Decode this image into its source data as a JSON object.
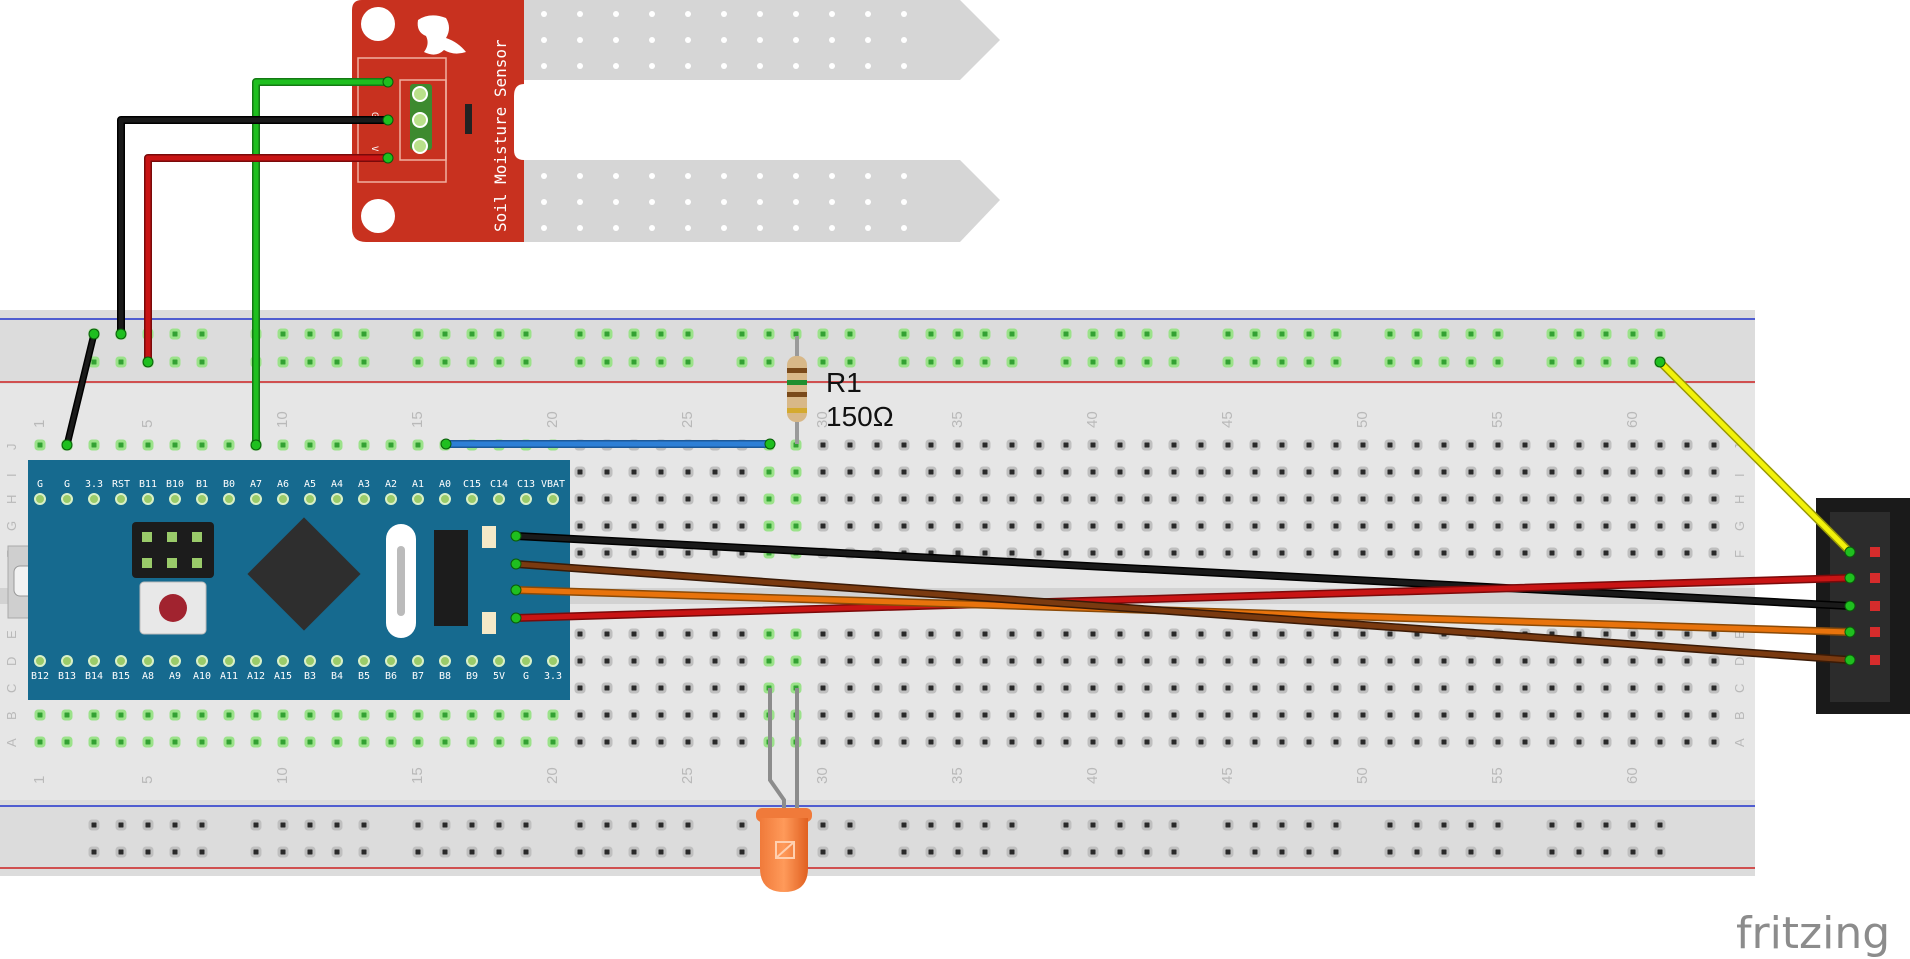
{
  "sensor": {
    "name": "Soil Moisture Sensor",
    "pin_labels": [
      "S",
      "G",
      "V"
    ]
  },
  "resistor": {
    "ref": "R1",
    "value": "150Ω"
  },
  "breadboard": {
    "column_numbers": [
      "1",
      "5",
      "10",
      "15",
      "20",
      "25",
      "30",
      "35",
      "40",
      "45",
      "50",
      "55",
      "60"
    ],
    "rows_top": [
      "J",
      "I",
      "H",
      "G",
      "F"
    ],
    "rows_bottom": [
      "E",
      "D",
      "C",
      "B",
      "A"
    ]
  },
  "mcu": {
    "top_pins": [
      "G",
      "G",
      "3.3",
      "RST",
      "B11",
      "B10",
      "B1",
      "B0",
      "A7",
      "A6",
      "A5",
      "A4",
      "A3",
      "A2",
      "A1",
      "A0",
      "C15",
      "C14",
      "C13",
      "VBAT"
    ],
    "bottom_pins": [
      "B12",
      "B13",
      "B14",
      "B15",
      "A8",
      "A9",
      "A10",
      "A11",
      "A12",
      "A15",
      "B3",
      "B4",
      "B5",
      "B6",
      "B7",
      "B8",
      "B9",
      "5V",
      "G",
      "3.3"
    ]
  },
  "wire_colors": {
    "green": "#1fbf1f",
    "black": "#1a1a1a",
    "red": "#c81414",
    "yellow": "#f2f20a",
    "blue": "#2d7fd6",
    "orange": "#e8730c",
    "brown": "#7a3a10"
  },
  "logo": "fritzing"
}
